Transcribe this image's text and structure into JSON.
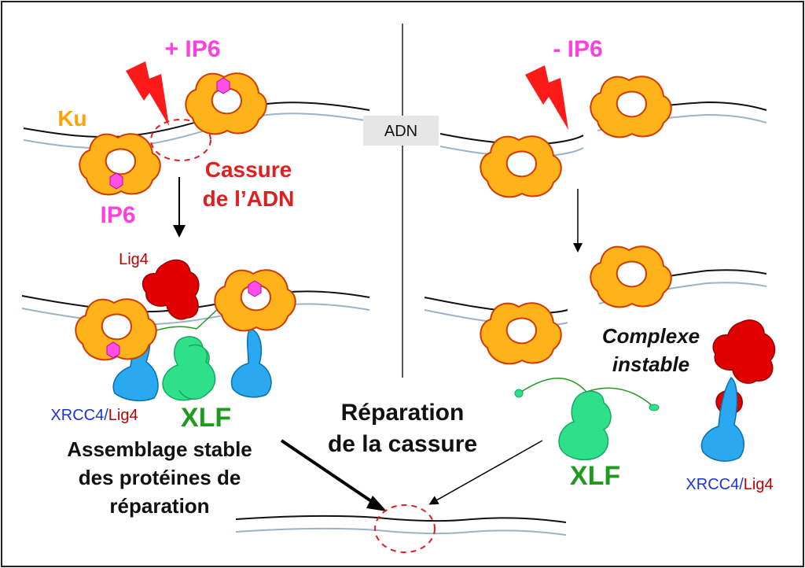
{
  "labels": {
    "plus_ip6": "+ IP6",
    "minus_ip6": "- IP6",
    "ku": "Ku",
    "ip6": "IP6",
    "adn": "ADN",
    "cassure_line1": "Cassure",
    "cassure_line2": "de l’ADN",
    "lig4_top": "Lig4",
    "xrcc4_left_a": "XRCC4/",
    "xrcc4_left_b": "Lig4",
    "xlf_left": "XLF",
    "assemblage_line1": "Assemblage stable",
    "assemblage_line2": "des protéines de",
    "assemblage_line3": "réparation",
    "reparation_line1": "Réparation",
    "reparation_line2": "de la cassure",
    "complexe_line1": "Complexe",
    "complexe_line2": "instable",
    "xlf_right": "XLF",
    "xrcc4_right_a": "XRCC4/",
    "xrcc4_right_b": "Lig4"
  },
  "colors": {
    "ku": "#ffb31a",
    "ku_outline": "#d13b00",
    "ip6": "#ff4fe8",
    "ip6_text": "#ff3fe0",
    "ku_text": "#ffa200",
    "lig4": "#e00000",
    "xrcc4": "#2aa8f0",
    "xrcc4_text": "#1a33d6",
    "xlf": "#2ee08a",
    "xlf_text": "#1f9a1f",
    "break": "#e02020",
    "dna_black": "#111111",
    "dna_blue": "#9bb3c6",
    "adn_box": "#e6e6e6"
  }
}
